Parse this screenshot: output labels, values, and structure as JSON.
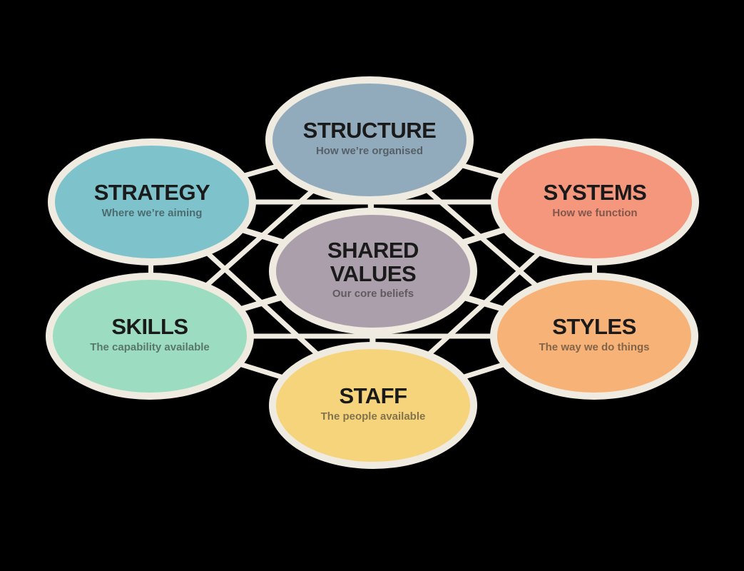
{
  "colors": {
    "background": "#000000",
    "line": "#f0ebe0",
    "node_border": "#f0ebe0",
    "title_text": "#1a1a1a",
    "subtitle_text": "rgba(35,35,35,0.55)"
  },
  "nodes": [
    {
      "id": "structure",
      "title": "STRUCTURE",
      "subtitle": "How we’re organised",
      "color": "#92abbc"
    },
    {
      "id": "strategy",
      "title": "STRATEGY",
      "subtitle": "Where we’re aiming",
      "color": "#7ec3cb"
    },
    {
      "id": "systems",
      "title": "SYSTEMS",
      "subtitle": "How we function",
      "color": "#f4977d"
    },
    {
      "id": "shared_values",
      "title": "SHARED VALUES",
      "subtitle": "Our core beliefs",
      "color": "#ab9fab"
    },
    {
      "id": "skills",
      "title": "SKILLS",
      "subtitle": "The capability available",
      "color": "#9cdcc0"
    },
    {
      "id": "styles",
      "title": "STYLES",
      "subtitle": "The way we do things",
      "color": "#f7b377"
    },
    {
      "id": "staff",
      "title": "STAFF",
      "subtitle": "The people available",
      "color": "#f6d47c"
    }
  ]
}
